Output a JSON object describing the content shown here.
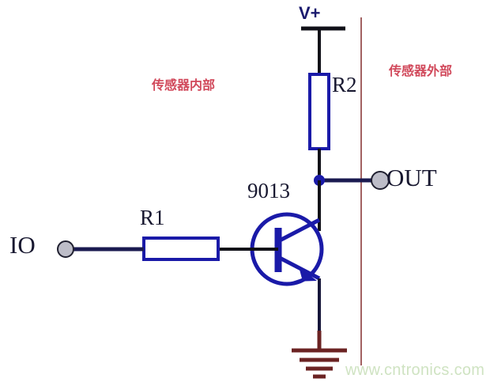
{
  "diagram": {
    "title": "NPN transistor open-collector sensor output circuit",
    "colors": {
      "wire_dark": "#101018",
      "component_blue": "#1a1aa8",
      "ground_red": "#6b2323",
      "divider_red": "#8b3a3a",
      "annotation_red": "#d1495b",
      "terminal_fill": "#bdbdc8",
      "watermark_green": "#cfe3c2",
      "background": "#ffffff"
    },
    "labels": {
      "supply": "V+",
      "resistor_top": "R2",
      "resistor_base": "R1",
      "transistor": "9013",
      "input_terminal": "IO",
      "output_terminal": "OUT",
      "region_inside": "传感器内部",
      "region_outside": "传感器外部",
      "watermark": "www.cntronics.com"
    },
    "components": [
      {
        "ref": "R2",
        "type": "resistor",
        "orientation": "vertical",
        "net_top": "V+",
        "net_bottom": "OUT"
      },
      {
        "ref": "R1",
        "type": "resistor",
        "orientation": "horizontal",
        "net_left": "IO",
        "net_right": "base"
      },
      {
        "ref": "9013",
        "type": "transistor-npn",
        "collector": "OUT",
        "base": "R1",
        "emitter": "GND"
      },
      {
        "ref": "GND",
        "type": "ground",
        "net": "emitter"
      }
    ],
    "terminals": [
      {
        "name": "IO",
        "side": "left",
        "shape": "circle"
      },
      {
        "name": "OUT",
        "side": "right",
        "shape": "circle"
      },
      {
        "name": "V+",
        "side": "top",
        "shape": "bar"
      }
    ],
    "regions": [
      {
        "label": "传感器内部",
        "side": "left"
      },
      {
        "label": "传感器外部",
        "side": "right"
      }
    ]
  }
}
